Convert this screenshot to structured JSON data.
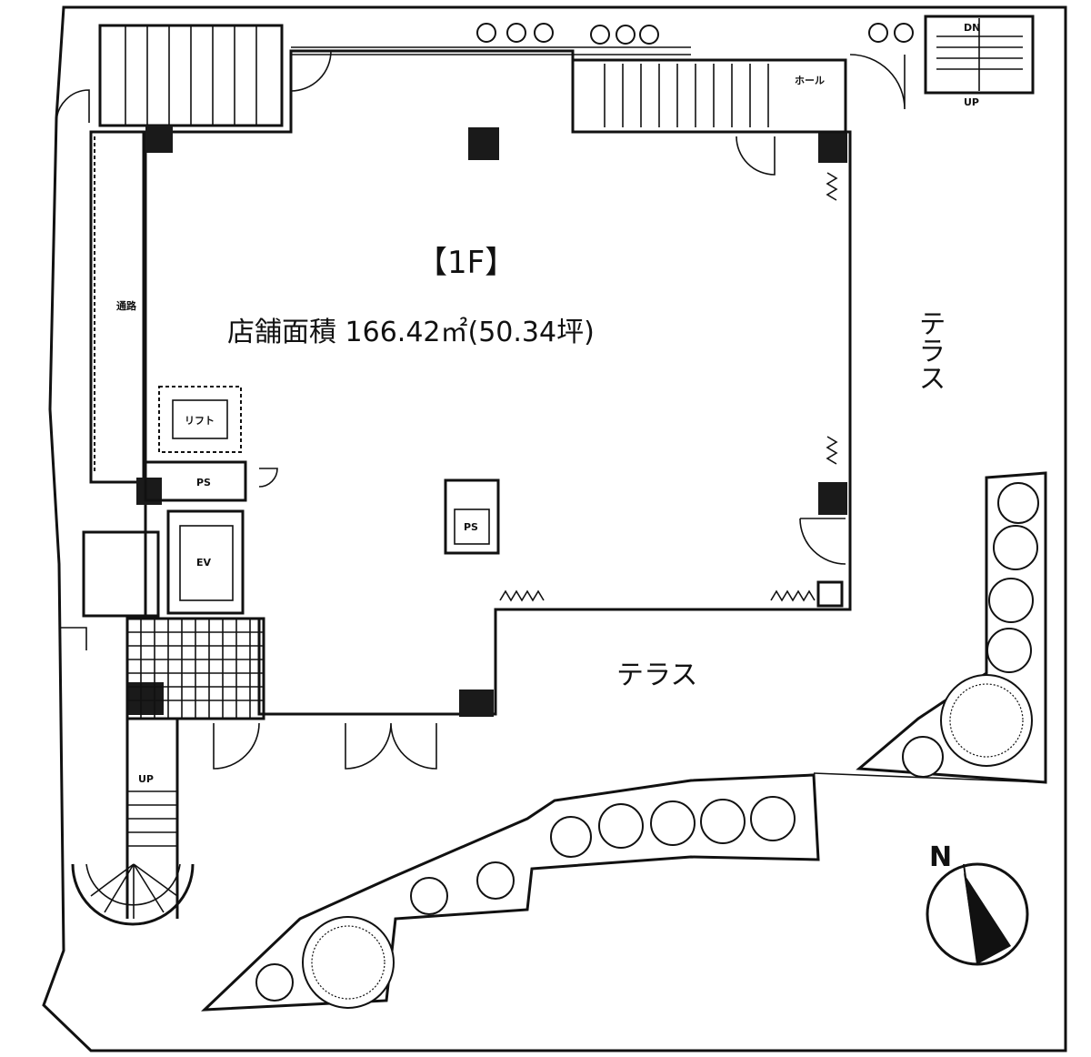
{
  "floor_label": "【1F】",
  "area_text": "店舗面積 166.42㎡(50.34坪)",
  "terrace_east": "テラス",
  "terrace_south": "テラス",
  "small_labels": {
    "lift": "リフト",
    "ps_upper": "PS",
    "ps_center": "PS",
    "ev": "EV",
    "hall": "ホール",
    "stair_up": "UP",
    "stair_dn": "DN",
    "stair_dn_up": "UP",
    "corridor": "通路"
  },
  "north_label": "N"
}
